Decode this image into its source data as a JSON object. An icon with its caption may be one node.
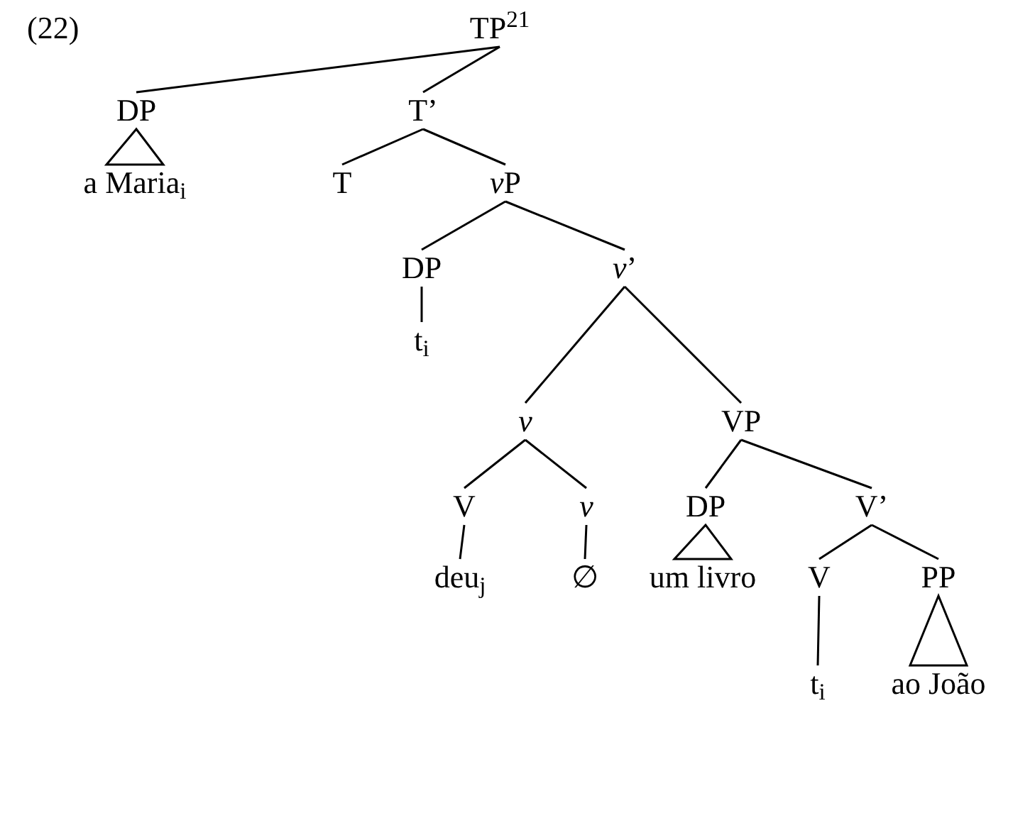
{
  "diagram": {
    "nodes": [
      {
        "text": [
          "TP$^{21}$"
        ]
      },
      {
        "text": [
          "DP"
        ]
      },
      {
        "text": [
          "T’"
        ]
      },
      {
        "text": [
          "a Maria$_{i}$"
        ]
      },
      {
        "text": [
          "T"
        ]
      },
      {
        "text": [
          "vP"
        ]
      },
      {
        "text": [
          "DP"
        ]
      },
      {
        "text": [
          "v’"
        ]
      },
      {
        "text": [
          "t$_{i}$"
        ]
      },
      {
        "text": [
          "v"
        ]
      },
      {
        "text": [
          "VP"
        ]
      },
      {
        "text": [
          "V"
        ]
      },
      {
        "text": [
          "v"
        ]
      },
      {
        "text": [
          "DP"
        ]
      },
      {
        "text": [
          "V’"
        ]
      },
      {
        "text": [
          "deu$_{j}$"
        ]
      },
      {
        "text": [
          "∅"
        ]
      },
      {
        "text": [
          "um livro"
        ]
      },
      {
        "text": [
          "V"
        ]
      },
      {
        "text": [
          "PP"
        ]
      },
      {
        "text": [
          "t$_{i}$"
        ]
      },
      {
        "text": [
          "ao João"
        ]
      }
    ],
    "edges": [
      {
        "from": 0,
        "to": 1,
        "arrow": "none"
      },
      {
        "from": 0,
        "to": 2,
        "arrow": "none"
      },
      {
        "from": 1,
        "to": 3,
        "arrow": "none"
      },
      {
        "from": 2,
        "to": 4,
        "arrow": "none"
      },
      {
        "from": 2,
        "to": 5,
        "arrow": "none"
      },
      {
        "from": 5,
        "to": 6,
        "arrow": "none"
      },
      {
        "from": 5,
        "to": 7,
        "arrow": "none"
      },
      {
        "from": 6,
        "to": 8,
        "arrow": "none"
      },
      {
        "from": 7,
        "to": 9,
        "arrow": "none"
      },
      {
        "from": 7,
        "to": 10,
        "arrow": "none"
      },
      {
        "from": 9,
        "to": 11,
        "arrow": "none"
      },
      {
        "from": 9,
        "to": 12,
        "arrow": "none"
      },
      {
        "from": 10,
        "to": 13,
        "arrow": "none"
      },
      {
        "from": 10,
        "to": 14,
        "arrow": "none"
      },
      {
        "from": 11,
        "to": 15,
        "arrow": "none"
      },
      {
        "from": 12,
        "to": 16,
        "arrow": "none"
      },
      {
        "from": 13,
        "to": 17,
        "arrow": "none"
      },
      {
        "from": 14,
        "to": 18,
        "arrow": "none"
      },
      {
        "from": 14,
        "to": 19,
        "arrow": "none"
      },
      {
        "from": 18,
        "to": 20,
        "arrow": "none"
      },
      {
        "from": 19,
        "to": 21,
        "arrow": "none"
      }
    ],
    "labels": [
      "(22)"
    ]
  }
}
